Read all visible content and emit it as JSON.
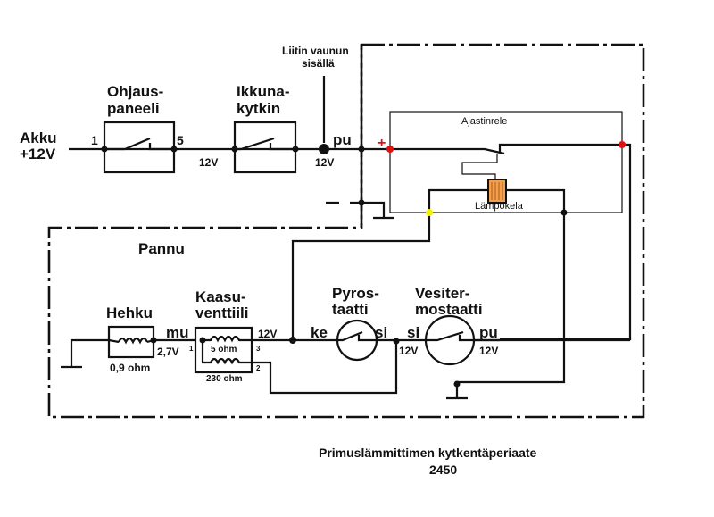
{
  "title": {
    "line1": "Primuslämmittimen kytkentäperiaate",
    "line2": "2450"
  },
  "labels": {
    "battery_line1": "Akku",
    "battery_line2": "+12V",
    "control_panel_line1": "Ohjaus-",
    "control_panel_line2": "paneeli",
    "control_panel_pin_in": "1",
    "control_panel_pin_out": "5",
    "window_switch_line1": "Ikkuna-",
    "window_switch_line2": "kytkin",
    "connector_line1": "Liitin vaunun",
    "connector_line2": "sisällä",
    "wire_pu_top": "pu",
    "voltage_a": "12V",
    "voltage_b": "12V",
    "timer_relay": "Ajastinrele",
    "heat_coil": "Lämpökela",
    "plus_sign": "+",
    "minus_sign": "–",
    "boiler": "Pannu",
    "glow_line1": "Hehku",
    "glow_resistance": "0,9 ohm",
    "wire_mu": "mu",
    "voltage_glow": "2,7V",
    "gas_valve_line1": "Kaasu-",
    "gas_valve_line2": "venttiili",
    "gas_valve_r1": "5 ohm",
    "gas_valve_r2": "230 ohm",
    "gas_valve_pin1": "1",
    "gas_valve_pin2": "2",
    "gas_valve_pin3": "3",
    "voltage_valve": "12V",
    "pyrostat_line1": "Pyros-",
    "pyrostat_line2": "taatti",
    "wire_ke": "ke",
    "wire_si_a": "si",
    "wire_si_b": "si",
    "voltage_si": "12V",
    "thermostat_line1": "Vesiter-",
    "thermostat_line2": "mostaatti",
    "wire_pu_bottom": "pu",
    "voltage_pu": "12V"
  },
  "colors": {
    "node_red": "#e01010",
    "node_yellow": "#f4f000",
    "coil_fill": "#f0a050",
    "coil_stroke": "#b05a10"
  }
}
